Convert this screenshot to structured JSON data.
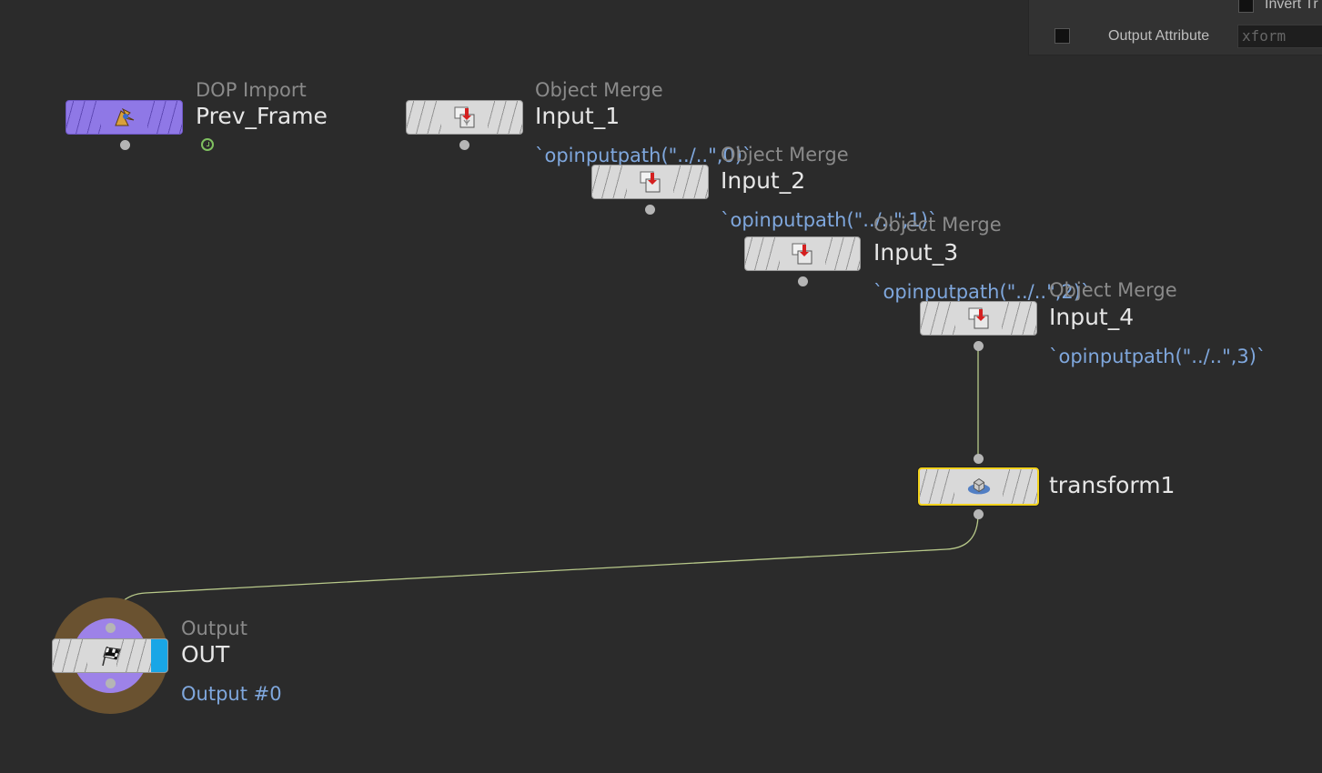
{
  "nodes": {
    "dop_import": {
      "type": "DOP Import",
      "name": "Prev_Frame",
      "icon": "dop-import-icon"
    },
    "input_1": {
      "type": "Object Merge",
      "name": "Input_1",
      "comment": "`opinputpath(\"../..\",0)`",
      "icon": "object-merge-icon"
    },
    "input_2": {
      "type": "Object Merge",
      "name": "Input_2",
      "comment": "`opinputpath(\"../..\",1)`",
      "icon": "object-merge-icon"
    },
    "input_3": {
      "type": "Object Merge",
      "name": "Input_3",
      "comment": "`opinputpath(\"../..\",2)`",
      "icon": "object-merge-icon"
    },
    "input_4": {
      "type": "Object Merge",
      "name": "Input_4",
      "comment": "`opinputpath(\"../..\",3)`",
      "icon": "object-merge-icon"
    },
    "transform1": {
      "name": "transform1",
      "icon": "transform-icon"
    },
    "output": {
      "type": "Output",
      "name": "OUT",
      "comment": "Output #0",
      "icon": "checkered-flag-icon"
    }
  },
  "param_panel": {
    "invert_label": "Invert Tr",
    "output_attribute_label": "Output Attribute",
    "output_attribute_value": "xform"
  },
  "colors": {
    "background": "#2b2b2b",
    "node_gray": "#d9d9d9",
    "node_purple": "#8f78e6",
    "selected_outline": "#f2d21d",
    "comment_text": "#7fa7dd",
    "wire": "#b8c98a",
    "display_flag": "#19a6e6"
  }
}
